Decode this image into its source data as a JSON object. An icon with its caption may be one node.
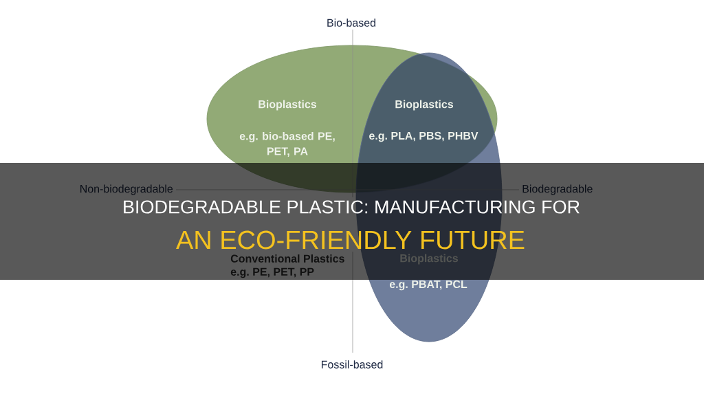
{
  "diagram": {
    "nodes": [
      {
        "text": [
          "Bioplastics",
          "e.g. bio-based PE, PET, PA"
        ]
      },
      {
        "text": [
          "Bioplastics",
          "e.g. PLA, PBS, PHBV"
        ]
      },
      {
        "text": [
          "Bioplastics",
          "e.g. PBAT, PCL"
        ]
      },
      {
        "text": [
          "BIODEGRADABLE PLASTIC: MANUFACTURING FOR",
          "AN ECO-FRIENDLY FUTURE"
        ]
      }
    ],
    "labels": [
      "Bio-based",
      "Non-biodegradable",
      "Biodegradable",
      "Conventional Plastics",
      "e.g. PE, PET, PP",
      "Fossil-based"
    ]
  }
}
